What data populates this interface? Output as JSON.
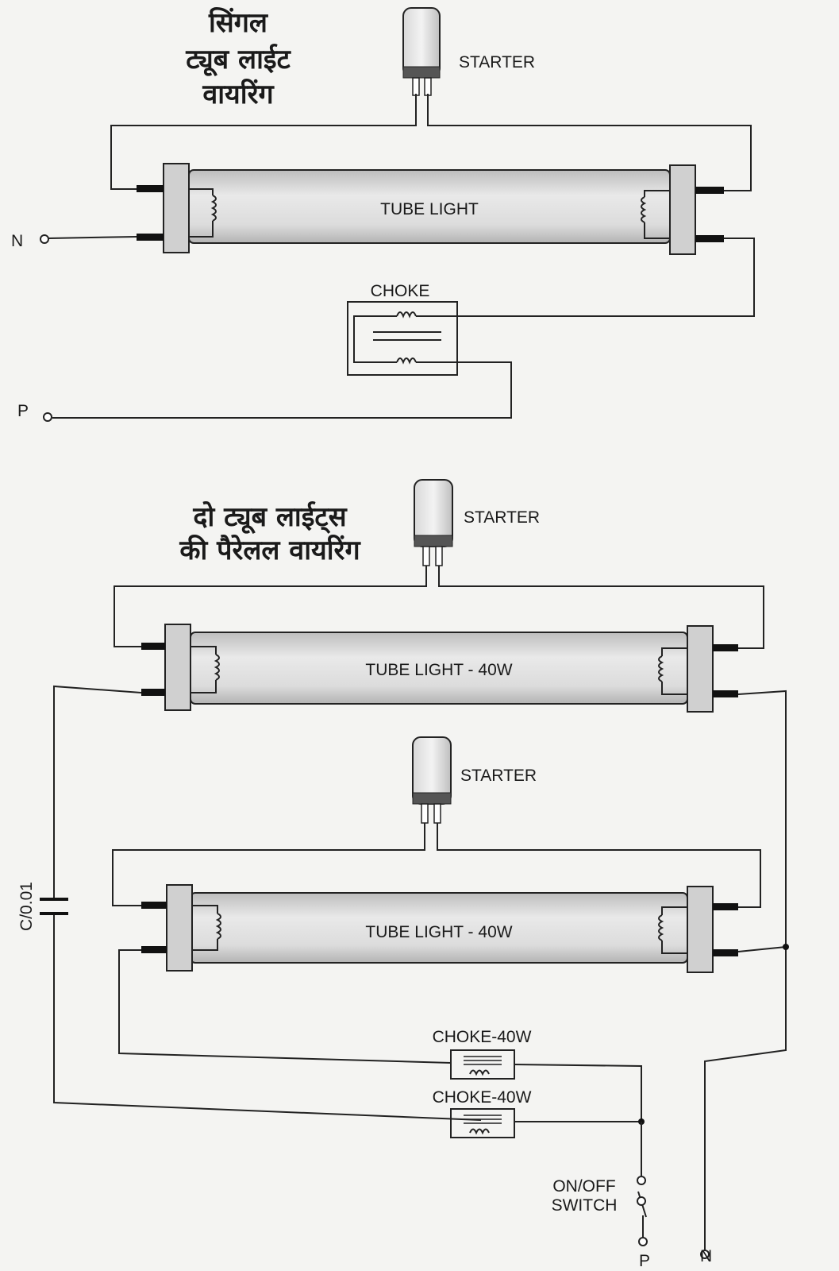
{
  "single": {
    "title_lines": [
      "सिंगल",
      "ट्यूब लाईट",
      "वायरिंग"
    ],
    "starter": "STARTER",
    "tube": "TUBE LIGHT",
    "choke": "CHOKE",
    "neutral": "N",
    "phase": "P"
  },
  "parallel": {
    "title_lines": [
      "दो ट्यूब लाईट्स",
      "की पैरेलल वायरिंग"
    ],
    "starter1": "STARTER",
    "starter2": "STARTER",
    "tube1": "TUBE LIGHT - 40W",
    "tube2": "TUBE LIGHT - 40W",
    "choke1": "CHOKE-40W",
    "choke2": "CHOKE-40W",
    "capacitor": "C/0.01",
    "switch_line1": "ON/OFF",
    "switch_line2": "SWITCH",
    "phase": "P",
    "neutral": "N"
  }
}
